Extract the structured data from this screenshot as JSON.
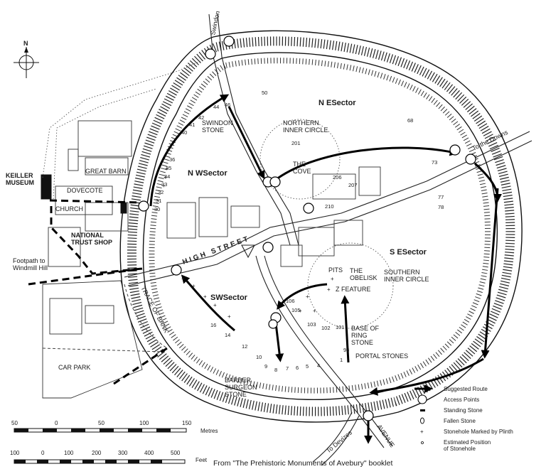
{
  "title": "",
  "north_label": "N",
  "roads": {
    "swindon": "Swindon",
    "to_the_downs": "To the Downs",
    "to_devizes": "To Devizes",
    "avenue": "AVENUE",
    "high_street": "HIGH  STREET",
    "trace_of_bank": "TRACE OF BANK",
    "footpath": "Footpath to\nWindmill Hill",
    "car_park": "CAR PARK"
  },
  "sectors": {
    "ne": "N ESector",
    "nw": "N WSector",
    "se": "S ESector",
    "sw": "SWSector"
  },
  "places": {
    "keiller_museum": "KEILLER\nMUSEUM",
    "dovecote": "DOVECOTE",
    "church": "CHURCH",
    "great_barn": "GREAT BARN",
    "national_trust_shop": "NATIONAL\nTRUST SHOP",
    "swindon_stone": "SWINDON\nSTONE",
    "northern_inner_circle": "NORTHERN\nINNER CIRCLE",
    "the_cove": "THE\nCOVE",
    "southern_inner_circle": "SOUTHERN\nINNER CIRCLE",
    "pits": "PITS",
    "the_obelisk": "THE\nOBELISK",
    "z_feature": "Z FEATURE",
    "base_of_ring_stone": "BASE OF\nRING\nSTONE",
    "portal_stones": "PORTAL STONES",
    "barber_surgeon_stone": "BARBER\nSURGEON\nSTONE"
  },
  "stone_numbers": {
    "n50": "50",
    "n68": "68",
    "n73": "73",
    "n77": "77",
    "n78": "78",
    "n201": "201",
    "n206": "206",
    "n207": "207",
    "n210": "210",
    "n44": "44",
    "n46": "46",
    "n42": "42",
    "n41": "41",
    "n40": "40",
    "n36": "36",
    "n35": "35",
    "n34": "34",
    "n33": "33",
    "n32": "32",
    "n31": "31",
    "n30": "30",
    "n16": "16",
    "n14": "14",
    "n12": "12",
    "n10": "10",
    "n9": "9",
    "n8": "8",
    "n7": "7",
    "n6": "6",
    "n5": "5",
    "n4": "4",
    "n1": "1",
    "n98": "98",
    "n101": "101",
    "n102": "102",
    "n103": "103",
    "n105": "105",
    "n106": "106"
  },
  "legend": {
    "suggested_route": "Suggested Route",
    "access_points": "Access Points",
    "standing_stone": "Standing Stone",
    "fallen_stone": "Fallen Stone",
    "stonehole_plinth": "Stonehole Marked by Plinth",
    "estimated_position": "Estimated Position\nof Stonehole"
  },
  "scale_metres": {
    "ticks": [
      "50",
      "0",
      "50",
      "100",
      "150"
    ],
    "unit": "Metres"
  },
  "scale_feet": {
    "ticks": [
      "100",
      "0",
      "100",
      "200",
      "300",
      "400",
      "500"
    ],
    "unit": "Feet"
  },
  "caption": "From \"The Prehistoric Monuments of Avebury\" booklet"
}
